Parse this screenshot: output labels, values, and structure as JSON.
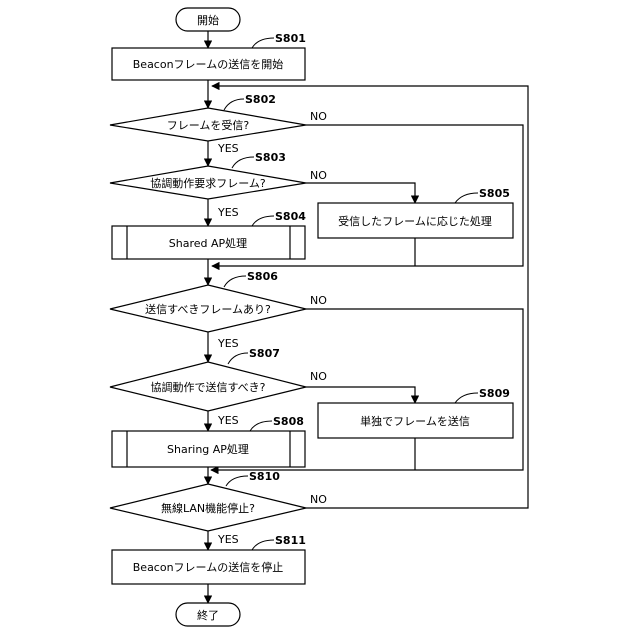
{
  "start": "開始",
  "end": "終了",
  "steps": {
    "s801": {
      "id": "S801",
      "text": "Beaconフレームの送信を開始"
    },
    "s802": {
      "id": "S802",
      "text": "フレームを受信?"
    },
    "s803": {
      "id": "S803",
      "text": "協調動作要求フレーム?"
    },
    "s804": {
      "id": "S804",
      "text": "Shared AP処理"
    },
    "s805": {
      "id": "S805",
      "text": "受信したフレームに応じた処理"
    },
    "s806": {
      "id": "S806",
      "text": "送信すべきフレームあり?"
    },
    "s807": {
      "id": "S807",
      "text": "協調動作で送信すべき?"
    },
    "s808": {
      "id": "S808",
      "text": "Sharing AP処理"
    },
    "s809": {
      "id": "S809",
      "text": "単独でフレームを送信"
    },
    "s810": {
      "id": "S810",
      "text": "無線LAN機能停止?"
    },
    "s811": {
      "id": "S811",
      "text": "Beaconフレームの送信を停止"
    }
  },
  "labels": {
    "yes": "YES",
    "no": "NO"
  }
}
